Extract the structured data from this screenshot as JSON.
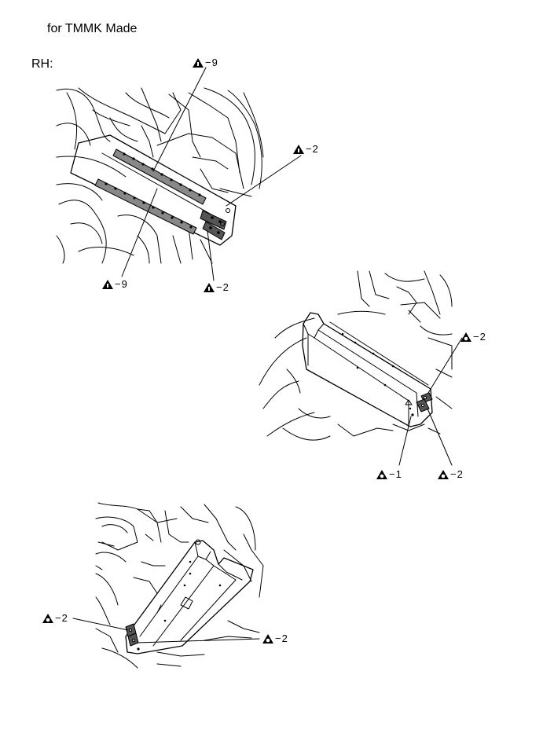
{
  "header": {
    "title": "for TMMK Made",
    "side_label": "RH:"
  },
  "callouts": [
    {
      "id": "c1",
      "icon": "weld-spot-i-icon",
      "text": "9"
    },
    {
      "id": "c2",
      "icon": "weld-spot-i-icon",
      "text": "2"
    },
    {
      "id": "c3",
      "icon": "weld-spot-i-icon",
      "text": "9"
    },
    {
      "id": "c4",
      "icon": "weld-spot-i-icon",
      "text": "2"
    },
    {
      "id": "c5",
      "icon": "weld-spot-o-icon",
      "text": "2"
    },
    {
      "id": "c6",
      "icon": "weld-spot-o-icon",
      "text": "1"
    },
    {
      "id": "c7",
      "icon": "weld-spot-o-icon",
      "text": "2"
    },
    {
      "id": "c8",
      "icon": "weld-spot-o-icon",
      "text": "2"
    },
    {
      "id": "c9",
      "icon": "weld-spot-o-icon",
      "text": "2"
    }
  ]
}
